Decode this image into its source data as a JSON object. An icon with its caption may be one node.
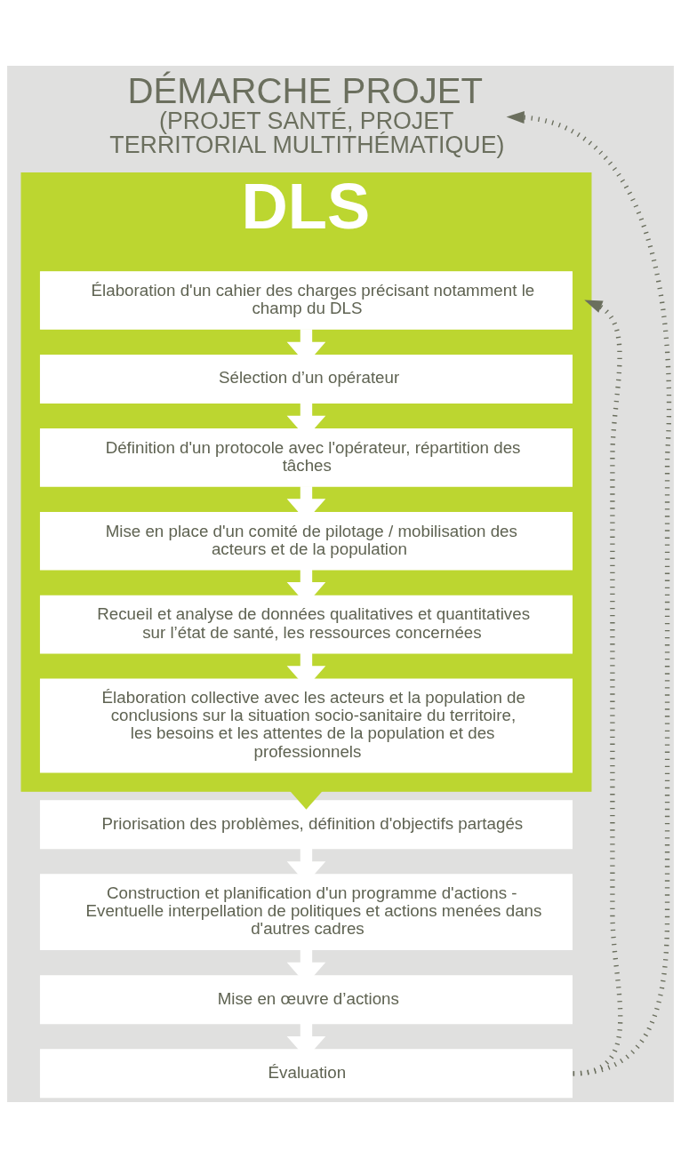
{
  "diagram": {
    "nodes": [
      {
        "text": [
          "DÉMARCHE PROJET",
          "(PROJET SANTÉ, PROJET TERRITORIAL MULTITHÉMATIQUE)"
        ]
      },
      {
        "text": [
          "DLS"
        ]
      },
      {
        "text": [
          "Élaboration d'un cahier des charges précisant notamment le champ du DLS"
        ],
        "in": 1
      },
      {
        "text": [
          "Sélection d’un opérateur"
        ],
        "in": 1
      },
      {
        "text": [
          "Définition d'un protocole avec l'opérateur, répartition des tâches"
        ],
        "in": 1
      },
      {
        "text": [
          "Mise en place d'un comité de pilotage / mobilisation des acteurs et de la population"
        ],
        "in": 1
      },
      {
        "text": [
          "Recueil et analyse de données qualitatives et quantitatives sur l’état de santé, les ressources concernées"
        ],
        "in": 1
      },
      {
        "text": [
          "Élaboration collective avec les acteurs et la population de conclusions sur la situation socio-sanitaire du territoire, les besoins et les attentes de la population et des professionnels"
        ],
        "in": 1
      },
      {
        "text": [
          "Priorisation des problèmes, définition d'objectifs partagés"
        ]
      },
      {
        "text": [
          "Construction et planification d'un programme d'actions - Eventuelle interpellation de politiques et actions menées dans d'autres cadres"
        ]
      },
      {
        "text": [
          "Mise en œuvre d’actions"
        ]
      },
      {
        "text": [
          "Évaluation"
        ]
      }
    ],
    "edges": [
      {
        "from": 2,
        "to": 3,
        "arrow": "to"
      },
      {
        "from": 3,
        "to": 4,
        "arrow": "to"
      },
      {
        "from": 4,
        "to": 5,
        "arrow": "to"
      },
      {
        "from": 5,
        "to": 6,
        "arrow": "to"
      },
      {
        "from": 6,
        "to": 7,
        "arrow": "to"
      },
      {
        "from": 1,
        "to": 8,
        "arrow": "to",
        "color": "#bcd630"
      },
      {
        "from": 8,
        "to": 9,
        "arrow": "to"
      },
      {
        "from": 9,
        "to": 10,
        "arrow": "to"
      },
      {
        "from": 10,
        "to": 11,
        "arrow": "to"
      },
      {
        "from": 11,
        "to": 1,
        "arrow": "to",
        "style": "dashed",
        "color": "#6b6f5e"
      },
      {
        "from": 11,
        "to": 0,
        "arrow": "to",
        "style": "dashed",
        "color": "#6b6f5e"
      }
    ]
  }
}
